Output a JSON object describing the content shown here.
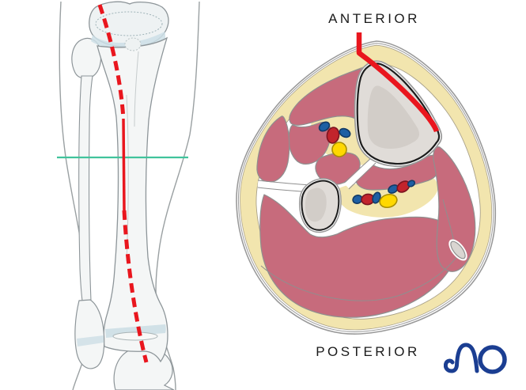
{
  "figure": {
    "type": "medical-illustration",
    "subject": "Lower leg: frontal bone view with intramedullary nail path and axial cross-section at mid-shaft level",
    "top_label": "ANTERIOR",
    "bottom_label": "POSTERIOR",
    "brand_logo": "AO"
  },
  "left_panel": {
    "content": "Anterior view of tibia and fibula with red nail trajectory (dashed proximally and distally, solid mid-shaft) and teal cross-section level line",
    "guide_line": "cross-section-level",
    "nail_path": "red dashed-solid-dashed curve from proximal tibia to ankle"
  },
  "right_panel": {
    "content": "Axial cross-section of the leg showing tibia, fibula, muscle compartments, neurovascular bundles and red subcutaneous approach line along the anteromedial tibial surface",
    "bundles": {
      "anterior": [
        "vein-blue",
        "artery-red",
        "vein-blue",
        "nerve-yellow"
      ],
      "posterior": [
        "vein-blue",
        "artery-red",
        "vein-blue",
        "nerve-yellow",
        "vein-blue",
        "artery-red",
        "vein-blue"
      ]
    }
  },
  "colors": {
    "label": "#1a1a1a",
    "accent-red": "#e9161e",
    "guide-teal": "#41c39c",
    "muscle": "#c76b7c",
    "muscle-line": "#8f8f8f",
    "fat": "#f2e5ae",
    "skin-line": "#9a9a9a",
    "bone-cortex": "#e0dcd8",
    "bone-medulla": "#d2cdc8",
    "bone-outline": "#1c1c1c",
    "artery-red": "#c2242c",
    "artery-edge": "#7c1420",
    "vein-blue": "#1e5fa3",
    "vein-edge": "#123a66",
    "nerve-yellow": "#ffd800",
    "nerve-edge": "#a98e00",
    "ao-blue": "#1b3e92",
    "leg-bone-fill": "#f4f6f6",
    "leg-outline": "#8d9599",
    "silhouette": "#9aa0a2",
    "joint-blue": "#cddfe6"
  }
}
